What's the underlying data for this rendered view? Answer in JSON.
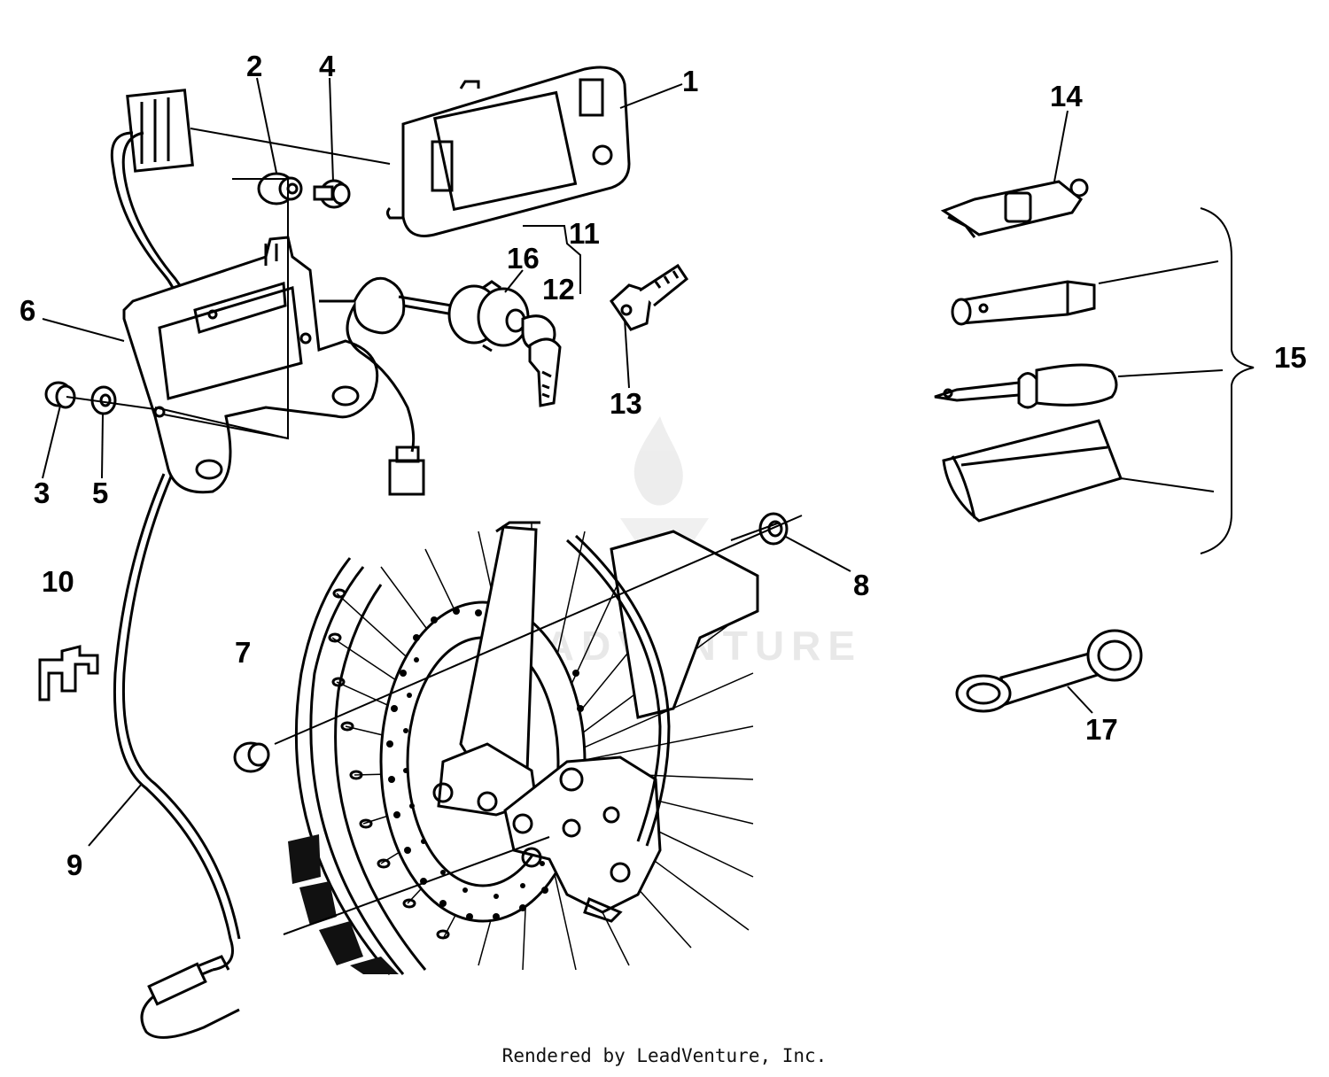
{
  "callouts": {
    "c1": "1",
    "c2": "2",
    "c3": "3",
    "c4": "4",
    "c5": "5",
    "c6": "6",
    "c7": "7",
    "c8": "8",
    "c9": "9",
    "c10": "10",
    "c11": "11",
    "c12": "12",
    "c13": "13",
    "c14": "14",
    "c15": "15",
    "c16": "16",
    "c17": "17"
  },
  "watermark": "LEADVENTURE",
  "credit": "Rendered by LeadVenture, Inc."
}
